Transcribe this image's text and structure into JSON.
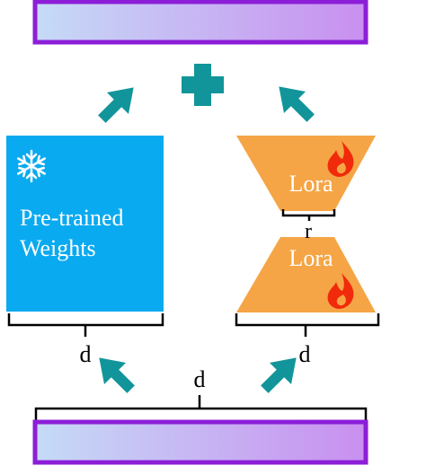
{
  "pretrained": {
    "line1": "Pre-trained",
    "line2": "Weights"
  },
  "lora": {
    "top_label": "Lora",
    "bottom_label": "Lora",
    "rank_label": "r"
  },
  "dims": {
    "left_d": "d",
    "right_d": "d",
    "bottom_d": "d"
  },
  "colors": {
    "pretrained_fill": "#0aaaf0",
    "lora_fill": "#f5a545",
    "arrow": "#12959a",
    "bar_border": "#8c1ed8",
    "bar_gradient_start": "#c5dbf6",
    "bar_gradient_end": "#c98ff0",
    "flame": "#f02a0a"
  },
  "icons": [
    "plus-icon",
    "snowflake-icon",
    "flame-icon",
    "up-right-arrow-icon",
    "up-left-arrow-icon"
  ]
}
